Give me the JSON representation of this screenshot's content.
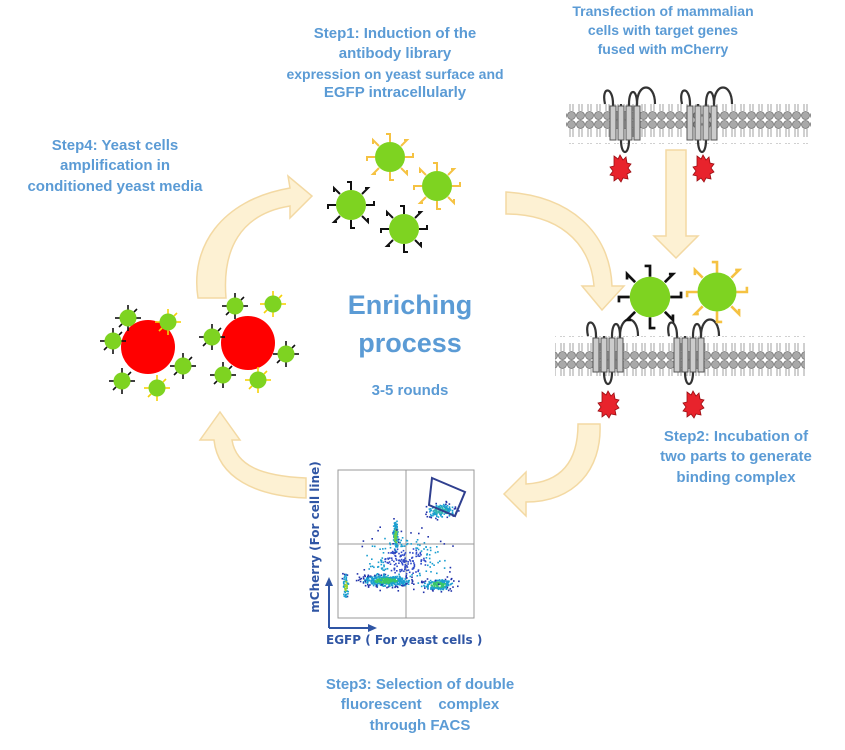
{
  "title": {
    "line1": "Enriching",
    "line2": "process",
    "rounds": "3-5 rounds"
  },
  "step1": {
    "l1": "Step1: Induction of the",
    "l2": "antibody library",
    "l3": "expression on yeast surface and",
    "l4": "EGFP intracellularly"
  },
  "step_transfection": {
    "l1": "Transfection of mammalian",
    "l2": "cells with target genes",
    "l3": "fused with mCherry"
  },
  "step2": {
    "l1": "Step2: Incubation of",
    "l2": "two parts to generate",
    "l3": "binding complex"
  },
  "step3": {
    "l1": "Step3: Selection of double",
    "l2": "fluorescent    complex",
    "l3": "through FACS"
  },
  "step4": {
    "l1": "Step4: Yeast cells",
    "l2": "amplification in",
    "l3": "conditioned yeast media"
  },
  "facs": {
    "y_label": "mCherry (For cell line)",
    "x_label": "EGFP ( For yeast cells )"
  },
  "colors": {
    "text": "#5b9bd5",
    "arrow_fill": "#fdf1d3",
    "arrow_stroke": "#f3d9a3",
    "yeast": "#7ed321",
    "mammalian": "#ff0000",
    "membrane": "#a6a6a6",
    "mcherry": "#e8232c",
    "gate": "#2f3f8f"
  }
}
